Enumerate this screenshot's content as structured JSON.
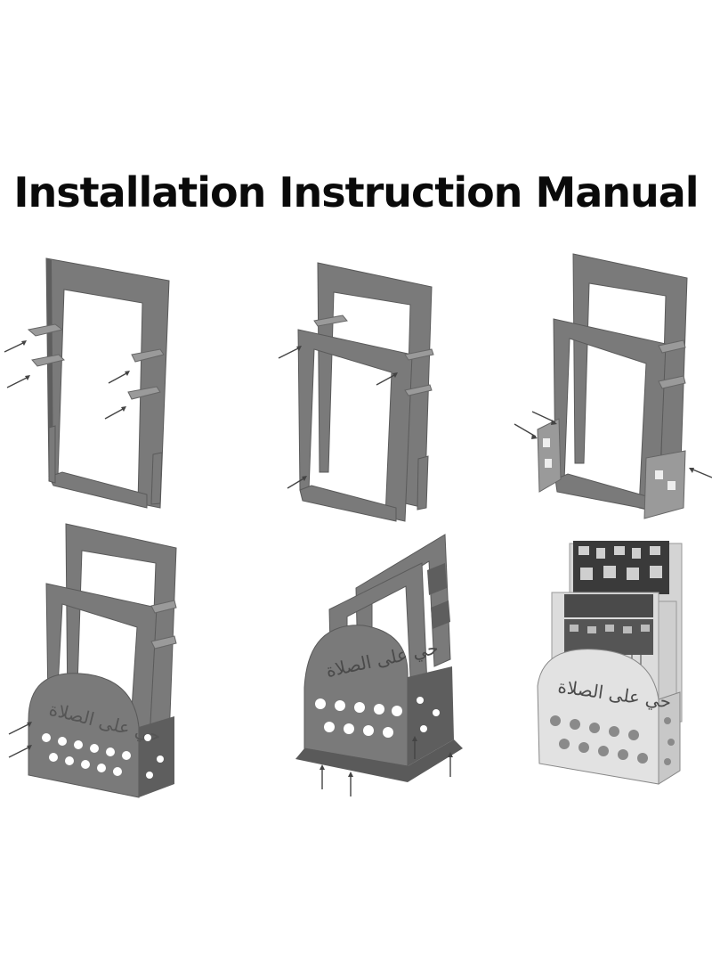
{
  "title": "Installation Instruction Manual",
  "steps": [
    {
      "id": 1,
      "description": "frame with four shelf brackets"
    },
    {
      "id": 2,
      "description": "second frame added"
    },
    {
      "id": 3,
      "description": "side panels attached"
    },
    {
      "id": 4,
      "description": "front arched panel attached"
    },
    {
      "id": 5,
      "description": "bottom panel attached"
    },
    {
      "id": 6,
      "description": "finished stand holding prayer rugs"
    }
  ],
  "front_panel_calligraphy": "حي على الصلاة",
  "colors": {
    "part": "#7a7a7a",
    "part_dark": "#5e5e5e",
    "finished_wood": "#d8d8d8",
    "arrow": "#444444"
  }
}
